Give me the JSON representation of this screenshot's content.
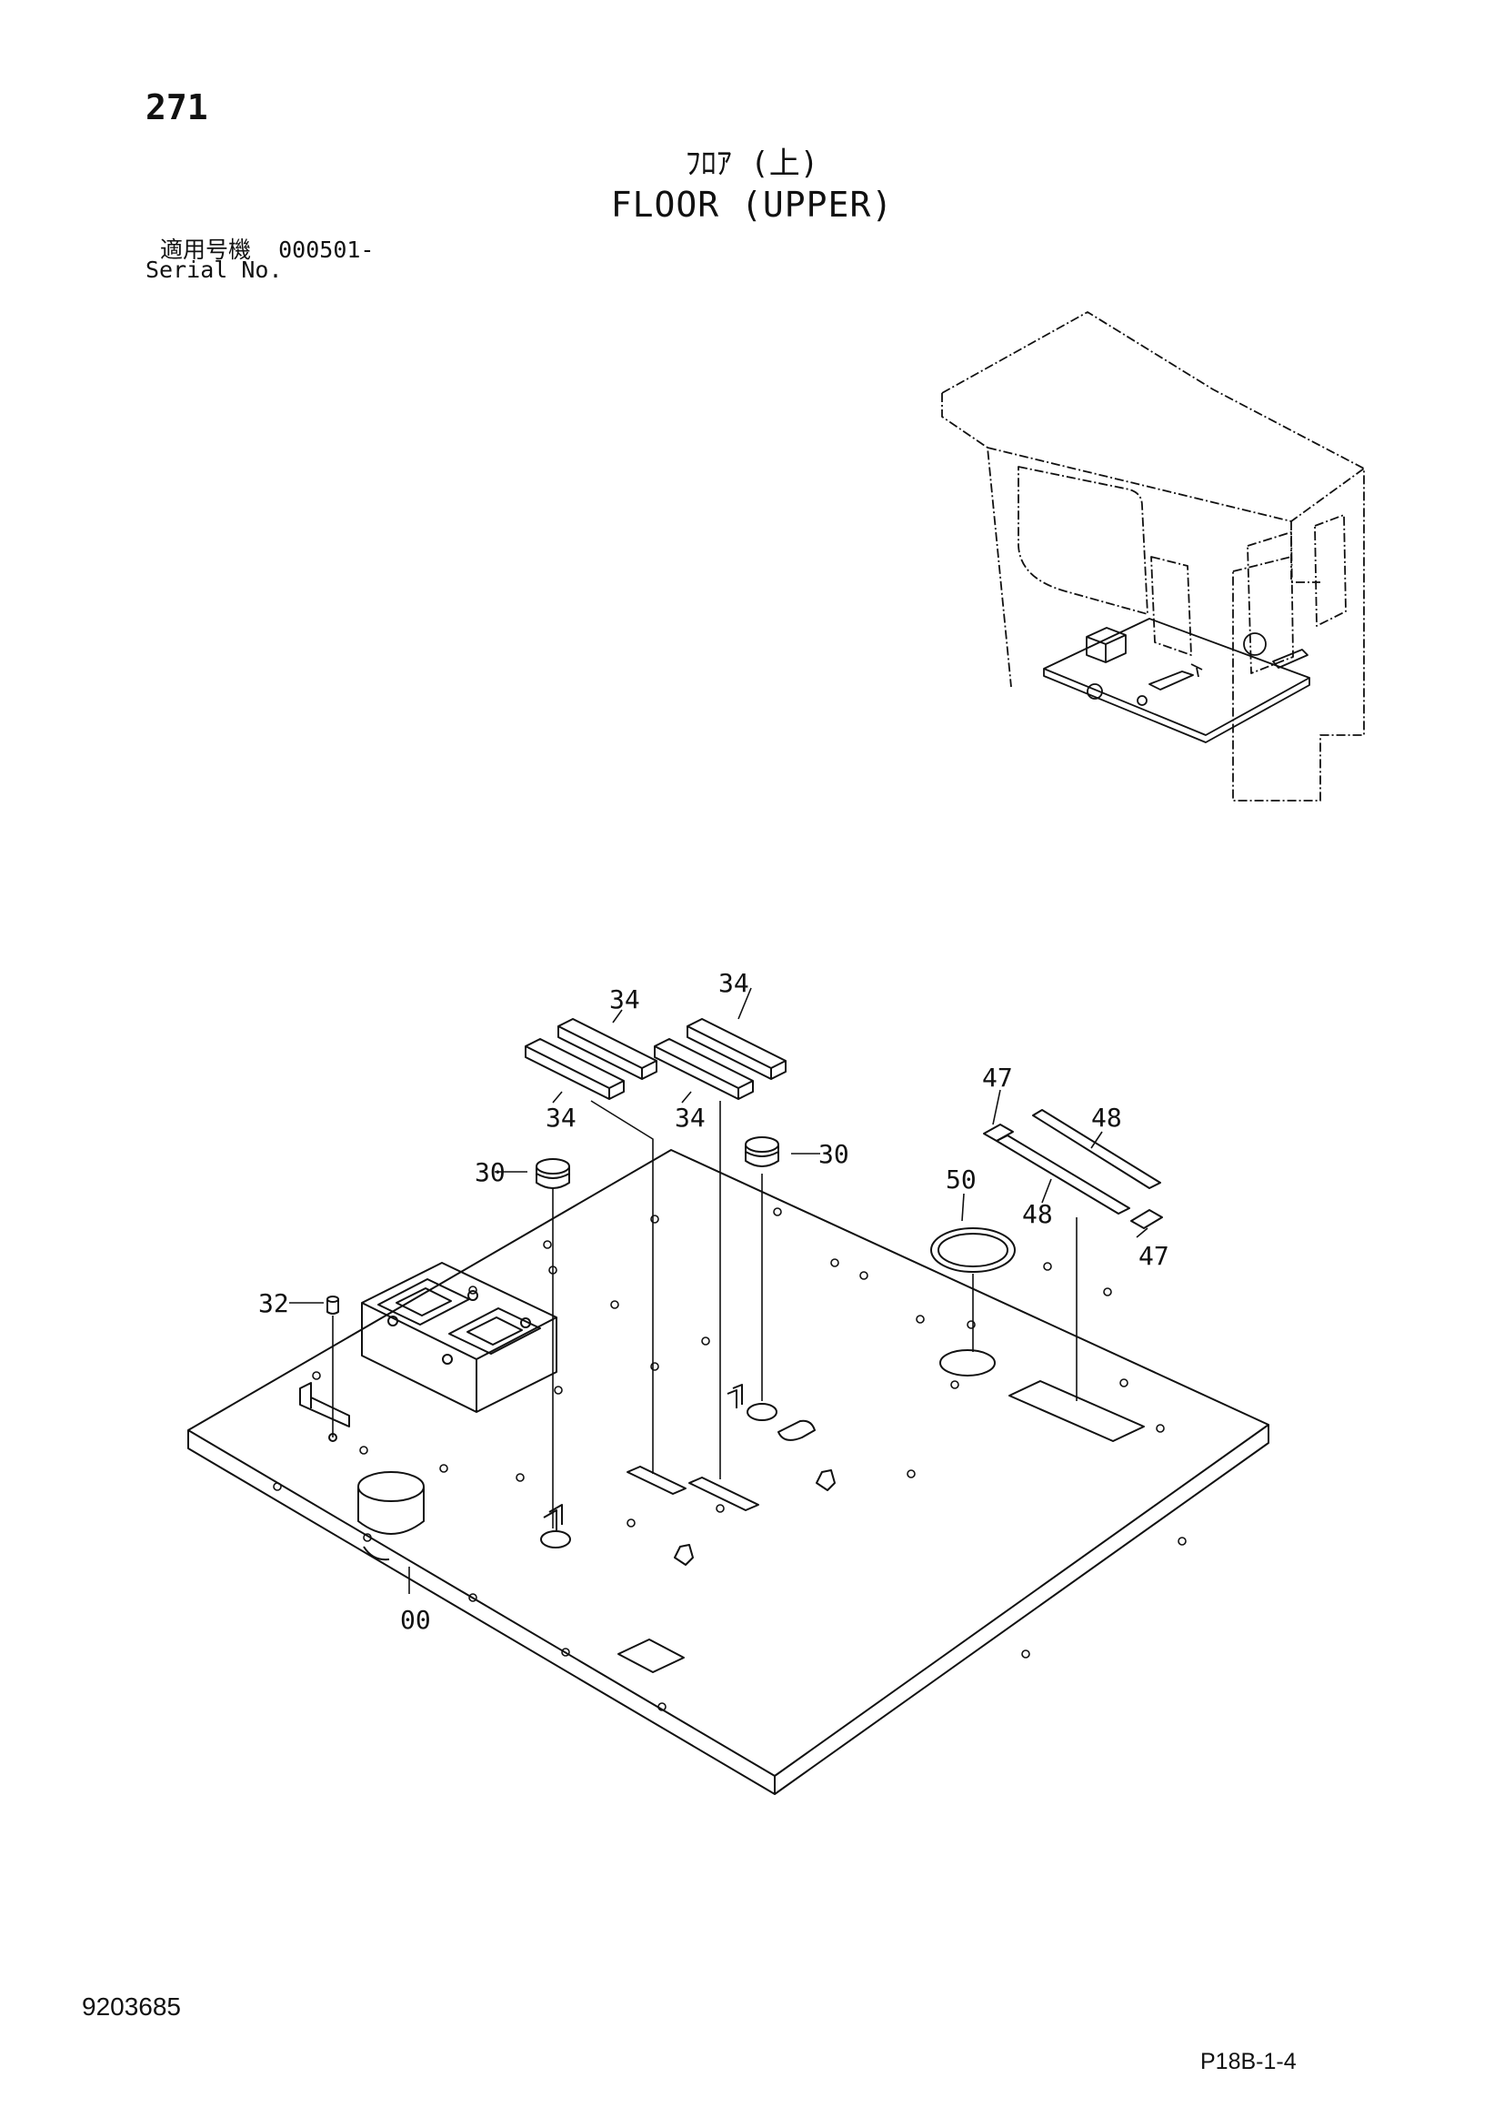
{
  "header": {
    "page_number": "271",
    "title_jp": "ﾌﾛｱ (上)",
    "title_en": "FLOOR (UPPER)",
    "serial_label_jp": "適用号機",
    "serial_value": "000501-",
    "serial_label_en": "Serial No."
  },
  "callouts": {
    "c34a": "34",
    "c34b": "34",
    "c34c": "34",
    "c34d": "34",
    "c30a": "30",
    "c30b": "30",
    "c47a": "47",
    "c47b": "47",
    "c48a": "48",
    "c48b": "48",
    "c50": "50",
    "c32": "32",
    "c00": "00"
  },
  "footer": {
    "document_id": "9203685",
    "page_code": "P18B-1-4"
  }
}
